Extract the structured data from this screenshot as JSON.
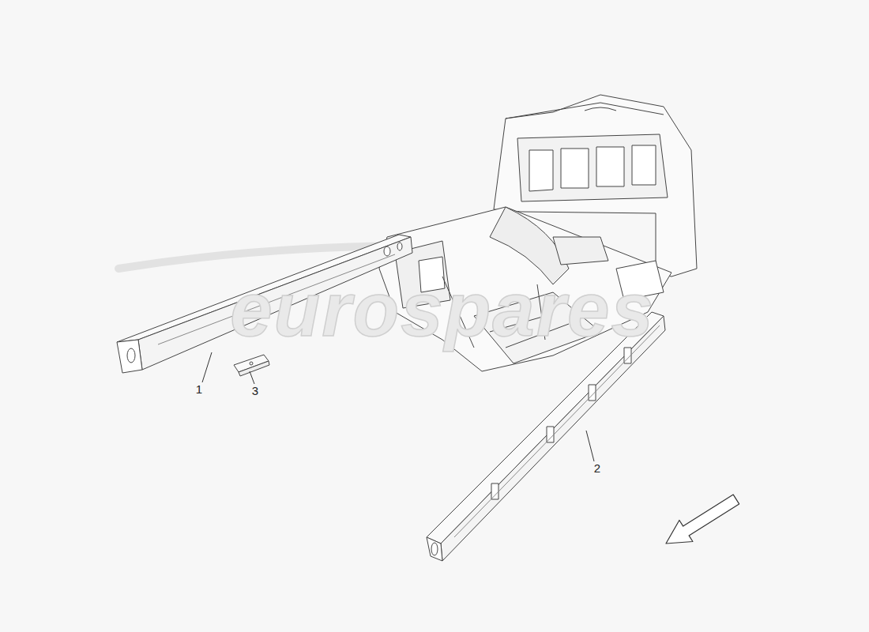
{
  "diagram": {
    "labels": [
      "eurospares",
      "1",
      "3",
      "2"
    ]
  }
}
